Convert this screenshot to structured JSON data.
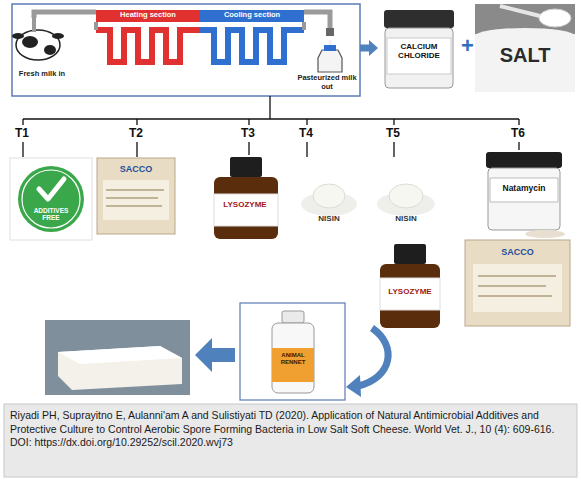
{
  "diagram": {
    "caption": "Riyadi PH, Suprayitno E, Aulanni'am A and Sulistiyati TD (2020). Application of Natural Antimicrobial Additives and Protective Culture to Control Aerobic Spore Forming Bacteria in Low Salt Soft Cheese. World Vet. J., 10 (4): 609-616. DOI: https://dx.doi.org/10.29252/scil.2020.wvj73",
    "nodes": [
      {
        "text": [
          "Fresh milk in",
          "Heating section",
          "Cooling section",
          "Pasteurized milk out"
        ]
      },
      {
        "text": [
          "CALCIUM CHLORIDE"
        ]
      },
      {
        "text": [
          "SALT"
        ]
      },
      {
        "text": [
          "ADDITIVES FREE"
        ]
      },
      {
        "text": [
          "SACCO"
        ]
      },
      {
        "text": [
          "LYSOZYME"
        ]
      },
      {
        "text": [
          "NISIN"
        ]
      },
      {
        "text": [
          "NISIN"
        ]
      },
      {
        "text": [
          "LYSOZYME"
        ]
      },
      {
        "text": [
          "Natamycin"
        ]
      },
      {
        "text": [
          "SACCO"
        ]
      },
      {
        "text": [
          "ANIMAL RENNET"
        ]
      }
    ],
    "edges": [
      {
        "from": 0,
        "to": 1,
        "arrow": "to"
      }
    ],
    "labels": [
      "T1",
      "T2",
      "T3",
      "T4",
      "T5",
      "T6",
      "+"
    ]
  }
}
